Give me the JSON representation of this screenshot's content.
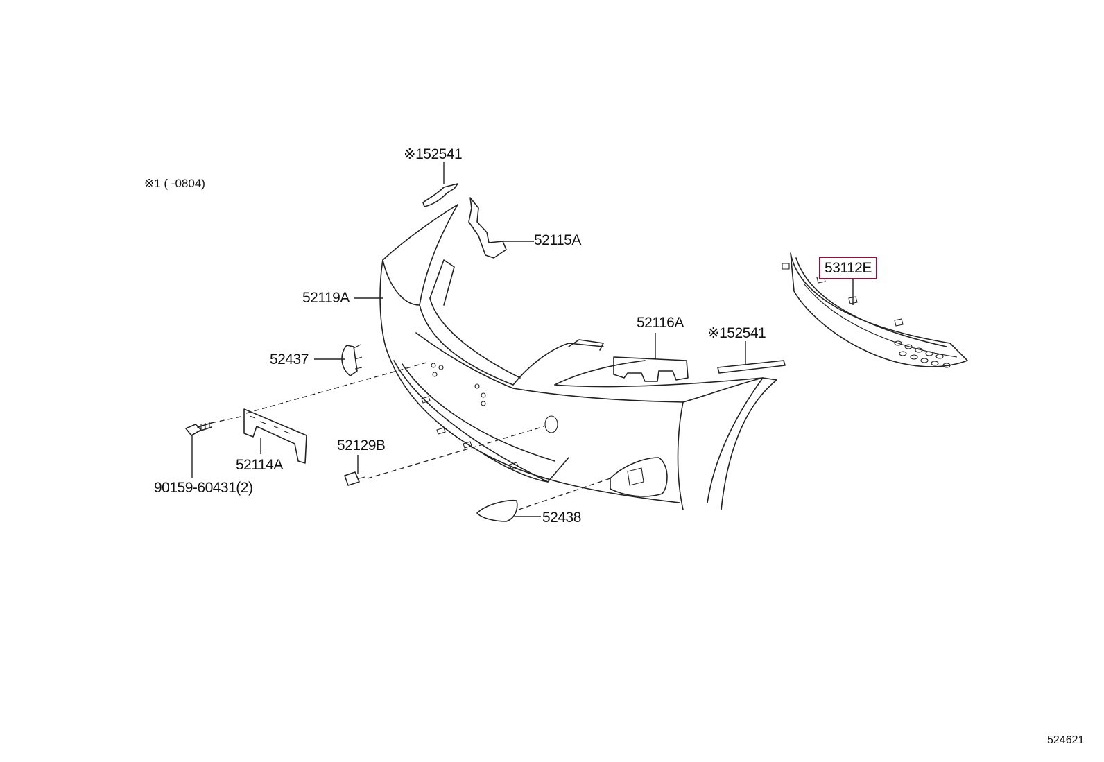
{
  "note": "※1 (     -0804)",
  "doc_number": "524621",
  "highlight_color": "#8a1538",
  "parts": {
    "p52541_top": "※152541",
    "p52115A": "52115A",
    "p52119A": "52119A",
    "p52437": "52437",
    "p52116A": "52116A",
    "p52541_right": "※152541",
    "p53112E": "53112E",
    "p52129B": "52129B",
    "p52114A": "52114A",
    "p90159": "90159-60431(2)",
    "p52438": "52438"
  }
}
